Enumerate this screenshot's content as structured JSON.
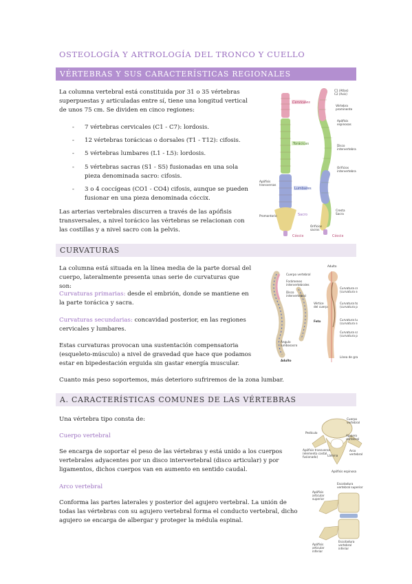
{
  "doc_title": "OSTEOLOGÍA Y ARTROLOGÍA DEL TRONCO Y CUELLO",
  "sections": {
    "vertebras": {
      "heading": "VÉRTEBRAS Y SUS CARACTERÍSTICAS REGIONALES",
      "intro": "La columna vertebral está constituida por 31 o 35 vértebras superpuestas y articuladas entre sí, tiene una longitud vertical de unos 75 cm. Se dividen en cinco regiones:",
      "regions": [
        "7 vértebras cervicales (C1 - C7): lordosis.",
        "12 vértebras torácicas o dorsales (T1 - T12): cifosis.",
        "5 vértebras lumbares (L1 - L5): lordosis.",
        "5 vértebras sacras (S1 - S5) fusionadas en una sola pieza denominada sacro: cifosis.",
        "3 o 4 coccígeas (CO1 - CO4) cifosis, aunque se pueden fusionar en una pieza denominada cóccix."
      ],
      "arteries": "Las arterias vertebrales discurren a través de las apófisis transversales, a nivel torácico las vértebras se relacionan con las costillas y a nivel sacro con la pelvis."
    },
    "curvaturas": {
      "heading": "CURVATURAS",
      "intro": "La columna está situada en la línea media de la parte dorsal del cuerpo, lateralmente presenta unas serie de curvaturas que son:",
      "primary_term": "Curvaturas primarias:",
      "primary_text": " desde el embrión, donde se mantiene en la parte torácica y sacra.",
      "secondary_term": "Curvaturas secundarias:",
      "secondary_text": " concavidad posterior, en las regiones cervicales y lumbares.",
      "compensation": "Estas curvaturas provocan una sustentación compensatoria (esqueleto-músculo) a nivel de gravedad que hace que podamos estar en bipedestación erguida sin gastar energía muscular.",
      "weight": "Cuanto más peso soportemos, más deterioro sufriremos de la zona lumbar."
    },
    "comunes": {
      "heading": "A. CARACTERÍSTICAS COMUNES DE LAS VÉRTEBRAS",
      "intro": "Una vértebra tipo consta de:",
      "cuerpo_title": "Cuerpo vertebral",
      "cuerpo_text": "Se encarga de soportar el peso de las vértebras y está unido a los cuerpos vertebrales adyacentes por un disco intervertebral (disco articular) y por ligamentos, dichos cuerpos van en aumento en sentido caudal.",
      "arco_title": "Arco vertebral",
      "arco_text": "Conforma las partes laterales y posterior del agujero vertebral. La unión de todas las vértebras con su agujero vertebral forma el conducto vertebral, dicho agujero se encarga de albergar y proteger la médula espinal."
    }
  },
  "figures": {
    "spine": {
      "regions": [
        "Cervicales",
        "Torácicas",
        "Lumbares",
        "Sacro",
        "Cóccix"
      ],
      "labels": [
        "C1 (Atlas)",
        "C2 (Axis)",
        "Vértebra prominente",
        "Apófisis espinosas",
        "Disco intervertebral",
        "Orificios intervertebrales",
        "Apófisis transversas",
        "Promontorio",
        "Cresta Sacra",
        "Orificios sacros"
      ]
    },
    "curves": {
      "labels": [
        "Cuerpo vertebral",
        "Forámenes intervertebrales",
        "Disco intervertebral",
        "Ángulo lumbosacro",
        "Vértice del cuerpo",
        "Feto",
        "Adulto"
      ],
      "side_labels": [
        "Adulto",
        "Curvatura cervical (curvatura secundaria)",
        "Curvatura torácica (curvatura primaria)",
        "Curvatura lumbar (curvatura secundaria)",
        "Curvatura sacrococcígea (curvatura primaria)",
        "Línea de gravedad"
      ]
    },
    "vertebra_top": {
      "labels": [
        "Cuerpo vertebral",
        "Pedículo",
        "Agujero vertebral",
        "Apófisis transversa (elemento costal fusionado)",
        "Lámina",
        "Arco vertebral",
        "Apófisis espinosa"
      ]
    },
    "vertebra_side": {
      "labels": [
        "Escotadura vertebral superior",
        "Apófisis articular superior",
        "Escotadura vertebral inferior",
        "Apófisis articular inferior"
      ]
    }
  }
}
